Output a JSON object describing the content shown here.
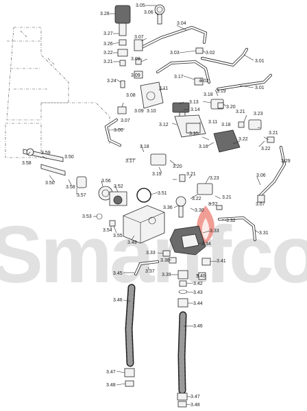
{
  "watermark": {
    "text": "Smartfco",
    "base_color": "#c9c9c9",
    "accent_color": "#e23b2a"
  },
  "labels": [
    {
      "id": "l-328",
      "text": "3.28"
    },
    {
      "id": "l-305",
      "text": "3.05"
    },
    {
      "id": "l-306a",
      "text": "3.06"
    },
    {
      "id": "l-327",
      "text": "3.27"
    },
    {
      "id": "l-326",
      "text": "3.26"
    },
    {
      "id": "l-322a",
      "text": "3.22"
    },
    {
      "id": "l-321a",
      "text": "3.21"
    },
    {
      "id": "l-307a",
      "text": "3.07"
    },
    {
      "id": "l-304",
      "text": "3.04"
    },
    {
      "id": "l-303",
      "text": "3.03"
    },
    {
      "id": "l-302a",
      "text": "3.02"
    },
    {
      "id": "l-301a",
      "text": "3.01"
    },
    {
      "id": "l-308a",
      "text": "3.08"
    },
    {
      "id": "l-309",
      "text": "3.09"
    },
    {
      "id": "l-317a",
      "text": "3.17"
    },
    {
      "id": "l-302b",
      "text": "3.02"
    },
    {
      "id": "l-301b",
      "text": "3.01"
    },
    {
      "id": "l-324",
      "text": "3.24"
    },
    {
      "id": "l-311a",
      "text": "3.11"
    },
    {
      "id": "l-319a",
      "text": "3.19"
    },
    {
      "id": "l-318a",
      "text": "3.18"
    },
    {
      "id": "l-308b",
      "text": "3.08"
    },
    {
      "id": "l-313",
      "text": "3.13"
    },
    {
      "id": "l-320a",
      "text": "3.20"
    },
    {
      "id": "l-321b",
      "text": "3.21"
    },
    {
      "id": "l-323a",
      "text": "3.23"
    },
    {
      "id": "l-309b",
      "text": "3.09"
    },
    {
      "id": "l-310",
      "text": "3.10"
    },
    {
      "id": "l-314",
      "text": "3.14"
    },
    {
      "id": "l-307b",
      "text": "3.07"
    },
    {
      "id": "l-312",
      "text": "3.12"
    },
    {
      "id": "l-311b",
      "text": "3.11"
    },
    {
      "id": "l-318b",
      "text": "3.18"
    },
    {
      "id": "l-300",
      "text": "3.00"
    },
    {
      "id": "l-315",
      "text": "3.15"
    },
    {
      "id": "l-321c",
      "text": "3.21"
    },
    {
      "id": "l-322b",
      "text": "3.22"
    },
    {
      "id": "l-322c",
      "text": "3.22"
    },
    {
      "id": "l-318c",
      "text": "3.18"
    },
    {
      "id": "l-316",
      "text": "3.16"
    },
    {
      "id": "l-359",
      "text": "3.59"
    },
    {
      "id": "l-317b",
      "text": "3.17"
    },
    {
      "id": "l-358a",
      "text": "3.58"
    },
    {
      "id": "l-350a",
      "text": "3.50"
    },
    {
      "id": "l-329",
      "text": "3.29"
    },
    {
      "id": "l-320b",
      "text": "3.20"
    },
    {
      "id": "l-319b",
      "text": "3.19"
    },
    {
      "id": "l-321d",
      "text": "3.21"
    },
    {
      "id": "l-323b",
      "text": "3.23"
    },
    {
      "id": "l-306b",
      "text": "3.06"
    },
    {
      "id": "l-350b",
      "text": "3.50"
    },
    {
      "id": "l-358b",
      "text": "3.58"
    },
    {
      "id": "l-356",
      "text": "3.56"
    },
    {
      "id": "l-352",
      "text": "3.52"
    },
    {
      "id": "l-357",
      "text": "3.57"
    },
    {
      "id": "l-351",
      "text": "3.51"
    },
    {
      "id": "l-322d",
      "text": "3.22"
    },
    {
      "id": "l-321e",
      "text": "3.21"
    },
    {
      "id": "l-322e",
      "text": "3.22"
    },
    {
      "id": "l-307c",
      "text": "3.07"
    },
    {
      "id": "l-353",
      "text": "3.53"
    },
    {
      "id": "l-336",
      "text": "3.36"
    },
    {
      "id": "l-330",
      "text": "3.30"
    },
    {
      "id": "l-332",
      "text": "3.32"
    },
    {
      "id": "l-354",
      "text": "3.54"
    },
    {
      "id": "l-355",
      "text": "3.55"
    },
    {
      "id": "l-333a",
      "text": "3.33"
    },
    {
      "id": "l-331",
      "text": "3.31"
    },
    {
      "id": "l-349",
      "text": "3.49"
    },
    {
      "id": "l-334",
      "text": "3.34"
    },
    {
      "id": "l-333b",
      "text": "3.33"
    },
    {
      "id": "l-338",
      "text": "3.38"
    },
    {
      "id": "l-341",
      "text": "3.41"
    },
    {
      "id": "l-345",
      "text": "3.45"
    },
    {
      "id": "l-337",
      "text": "3.37"
    },
    {
      "id": "l-339",
      "text": "3.39"
    },
    {
      "id": "l-340",
      "text": "3.40"
    },
    {
      "id": "l-342",
      "text": "3.42"
    },
    {
      "id": "l-343",
      "text": "3.43"
    },
    {
      "id": "l-346a",
      "text": "3.46"
    },
    {
      "id": "l-344",
      "text": "3.44"
    },
    {
      "id": "l-346b",
      "text": "3.46"
    },
    {
      "id": "l-347a",
      "text": "3.47"
    },
    {
      "id": "l-348a",
      "text": "3.48"
    },
    {
      "id": "l-347b",
      "text": "3.47"
    },
    {
      "id": "l-348b",
      "text": "3.48"
    }
  ]
}
